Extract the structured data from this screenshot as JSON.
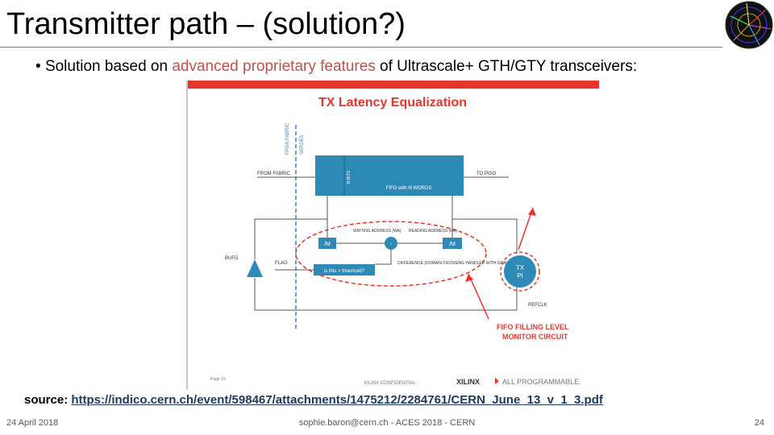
{
  "slide": {
    "title": "Transmitter path – (solution?)",
    "bullet": {
      "marker": "•",
      "prefix": "Solution based on ",
      "highlight": "advanced proprietary features",
      "suffix": " of Ultrascale+ GTH/GTY transceivers:"
    },
    "source_label": "source: ",
    "source_link": "https://indico.cern.ch/event/598467/attachments/1475212/2284761/CERN_June_13_v_1_3.pdf",
    "footer": {
      "date": "24 April 2018",
      "author": "sophie.baron@cern.ch - ACES 2018 - CERN",
      "page": "24"
    }
  },
  "figure": {
    "title": "TX Latency Equalization",
    "fpga_fabric": "FPGA FABRIC",
    "serdes": "SERDES",
    "from_fabric": "FROM FABRIC",
    "to_piso": "TO PISO",
    "n_bits": "N BITS",
    "fifo": "FIFO with N WORDS",
    "writing_address": "WRITING ADDRESS (WA)",
    "reading_address": "READING ADDRESS (RA)",
    "div_m_left": "/M",
    "div_m_right": "/M",
    "minus": "-",
    "bufg": "BUFG",
    "flag": "FLAG",
    "threshold": "is this > threshold?",
    "difference": "DIFFERENCE (DOMAIN CROSSING HANDLED WITH GRAY CODING)",
    "tx_pi_line1": "TX",
    "tx_pi_line2": "PI",
    "refclk": "REFCLK",
    "monitor_line1": "FIFO FILLING LEVEL",
    "monitor_line2": "MONITOR CIRCUIT",
    "page": "Page 10",
    "confidential": "XILINX CONFIDENTIAL",
    "brand": "XILINX",
    "tagline": "ALL PROGRAMMABLE.",
    "colors": {
      "accent_red": "#e8352b",
      "block_blue": "#2d8ab7",
      "fabric_line": "#3a7fd5"
    }
  }
}
